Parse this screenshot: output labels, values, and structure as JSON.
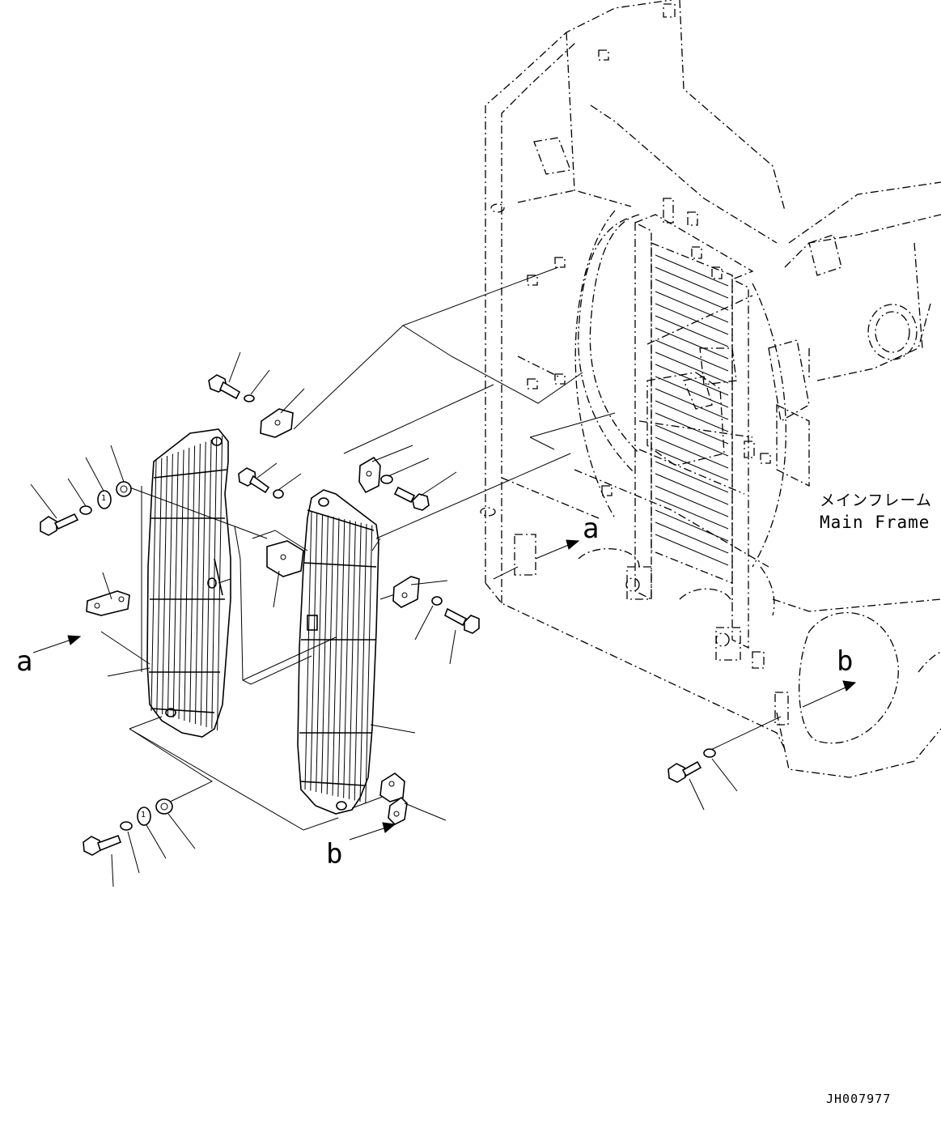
{
  "diagram": {
    "drawing_code": "JH007977",
    "main_frame": {
      "label_jp": "メインフレーム",
      "label_en": "Main Frame"
    },
    "view_markers": {
      "a_left": "a",
      "a_right": "a",
      "b_left": "b",
      "b_right": "b"
    },
    "washer_marks": [
      "1",
      "1",
      "1"
    ],
    "colors": {
      "line": "#000000",
      "background": "#ffffff"
    },
    "icons": [
      "grille-left",
      "grille-right",
      "bolt",
      "washer",
      "spacer",
      "nut",
      "bracket",
      "radiator-core",
      "hydraulic-valve",
      "cooling-hose"
    ]
  }
}
